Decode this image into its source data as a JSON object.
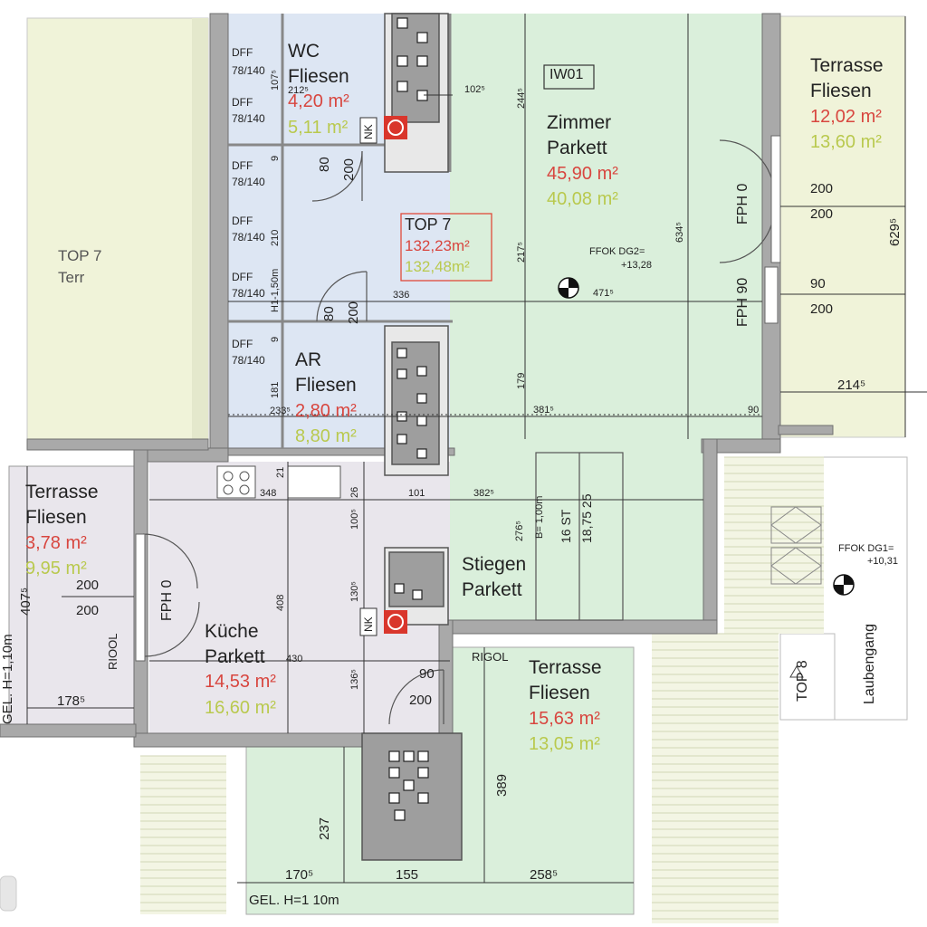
{
  "colors": {
    "wet_blue": "#dde6f3",
    "living_green": "#daefdb",
    "kitchen_grey": "#e9e6ec",
    "terrace_yellow": "#f0f3d9",
    "wall_grey": "#a9a9a9",
    "chimney_grey": "#9e9e9e",
    "net_area_red": "#d8463f",
    "gross_area_green": "#b9c94e",
    "outline_red": "#e04a3b"
  },
  "rooms": {
    "wc": {
      "name_line1": "WC",
      "name_line2": "Fliesen",
      "area_net": "4,20 m²",
      "area_gross": "5,11 m²"
    },
    "zimmer": {
      "name_line1": "Zimmer",
      "name_line2": "Parkett",
      "area_net": "45,90 m²",
      "area_gross": "40,08 m²",
      "tag": "IW01"
    },
    "top7": {
      "label": "TOP 7",
      "area_net": "132,23m²",
      "area_gross": "132,48m²"
    },
    "ar": {
      "name_line1": "AR",
      "name_line2": "Fliesen",
      "area_net": "2,80 m²",
      "area_gross": "8,80 m²"
    },
    "kueche": {
      "name_line1": "Küche",
      "name_line2": "Parkett",
      "area_net": "14,53 m²",
      "area_gross": "16,60 m²"
    },
    "stiegen": {
      "name_line1": "Stiegen",
      "name_line2": "Parkett"
    },
    "terrasse_ne": {
      "name_line1": "Terrasse",
      "name_line2": "Fliesen",
      "area_net": "12,02 m²",
      "area_gross": "13,60 m²"
    },
    "terrasse_w": {
      "name_line1": "Terrasse",
      "name_line2": "Fliesen",
      "area_net": "3,78 m²",
      "area_gross": "9,95 m²"
    },
    "terrasse_s": {
      "name_line1": "Terrasse",
      "name_line2": "Fliesen",
      "area_net": "15,63 m²",
      "area_gross": "13,05 m²"
    },
    "top7_terr": {
      "line1": "TOP 7",
      "line2": "Terr"
    }
  },
  "levels": {
    "dg2": {
      "label": "FFOK DG2=",
      "value": "+13,28"
    },
    "dg1": {
      "label": "FFOK DG1=",
      "value": "+10,31"
    }
  },
  "labels": {
    "top8": "TOP 8",
    "laubengang": "Laubengang",
    "rigol_s": "RIGOL",
    "riool_w": "RIOOL",
    "gel_s": "GEL. H=1 10m",
    "gel_w": "GEL. H=1,10m",
    "nk_upper": "NK",
    "nk_lower": "NK",
    "fph0_east": "FPH 0",
    "fph90_east": "FPH 90",
    "fph0_west": "FPH 0",
    "stairs": {
      "line1": "16 ST",
      "line2": "18,75 25",
      "line3": "B= 1,00m"
    },
    "dff": [
      "DFF",
      "DFF",
      "DFF",
      "DFF",
      "DFF",
      "DFF"
    ],
    "dff_size": [
      "78/140",
      "78/140",
      "78/140",
      "78/140",
      "78/140",
      "78/140"
    ]
  },
  "dimensions": {
    "d102": "102⁵",
    "d244": "244⁵",
    "d217": "217⁵",
    "d634": "634⁵",
    "d179": "179",
    "d336": "336",
    "d471": "471⁵",
    "d381": "381⁵",
    "d90a": "90",
    "d80a": "80",
    "d200a": "200",
    "d80b": "80",
    "d200b": "200",
    "d200_ne1": "200",
    "d200_ne2": "200",
    "d90_ne": "90",
    "d200_ne3": "200",
    "d629": "629⁵",
    "d214": "214⁵",
    "d348": "348",
    "d101": "101",
    "d382": "382⁵",
    "d21": "21",
    "d26": "26",
    "d100": "100⁵",
    "d276": "276⁵",
    "d408": "408",
    "d130": "130⁵",
    "d430": "430",
    "d136": "136⁵",
    "d200_w1": "200",
    "d200_w2": "200",
    "d407": "407⁵",
    "d178": "178⁵",
    "d90_s": "90",
    "d200_s": "200",
    "d389": "389",
    "d237": "237",
    "d170": "170⁵",
    "d155": "155",
    "d258": "258⁵",
    "d107": "107⁵",
    "d212": "212⁵",
    "d9a": "9",
    "d9b": "9",
    "d181": "181",
    "d233": "233⁵",
    "d210": "210",
    "d150": "H1-1,50m"
  }
}
